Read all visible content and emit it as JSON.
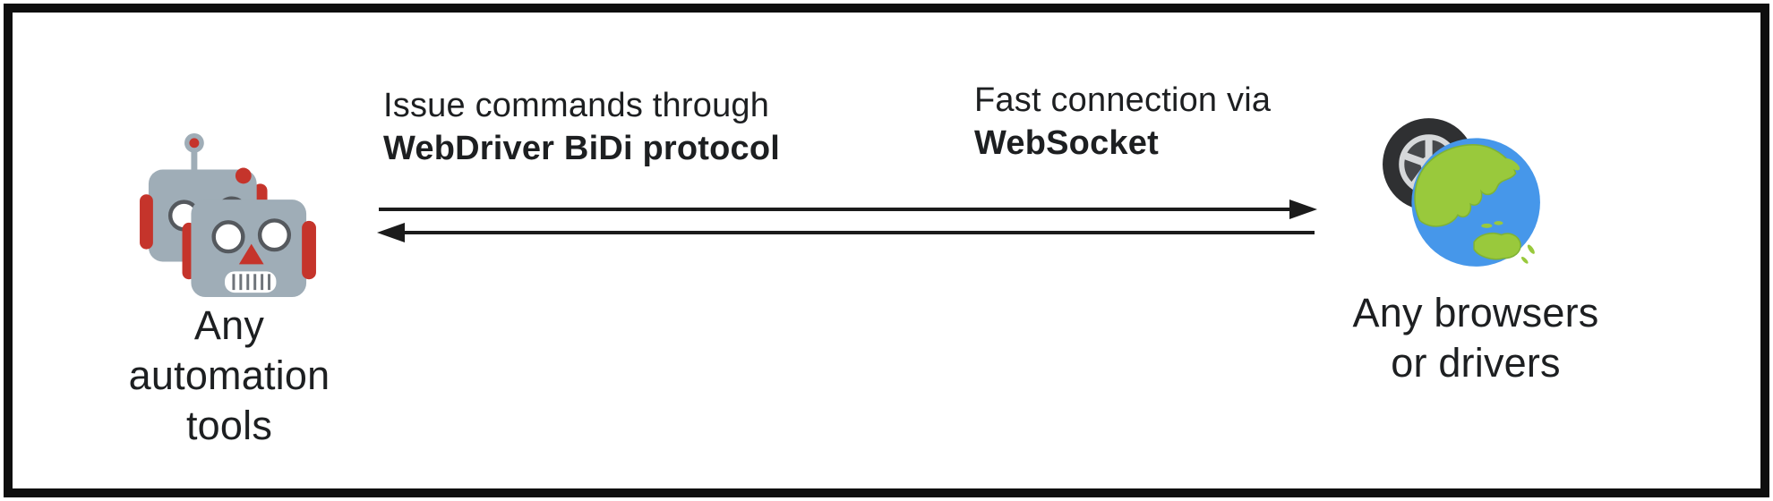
{
  "diagram": {
    "left_node": {
      "icon": "robot-heads-icon",
      "caption_lines": [
        "Any",
        "automation",
        "tools"
      ]
    },
    "right_node": {
      "icon": "wheel-globe-icon",
      "caption_lines": [
        "Any browsers",
        "or drivers"
      ]
    },
    "request_label": {
      "regular": "Issue commands through",
      "bold": "WebDriver BiDi protocol"
    },
    "response_label": {
      "regular": "Fast connection via",
      "bold": "WebSocket"
    },
    "arrows": {
      "top": "left-to-right",
      "bottom": "right-to-left"
    },
    "colors": {
      "ink": "#1d1f21",
      "arrow_black": "#1b1b1b",
      "robot_body_gray": "#9FADB7",
      "accent_red": "#C5342B",
      "tire_dark": "#2F3032",
      "rim_silver": "#D6D8DA",
      "ocean_blue": "#4697EA",
      "land_green": "#99C93C"
    }
  }
}
